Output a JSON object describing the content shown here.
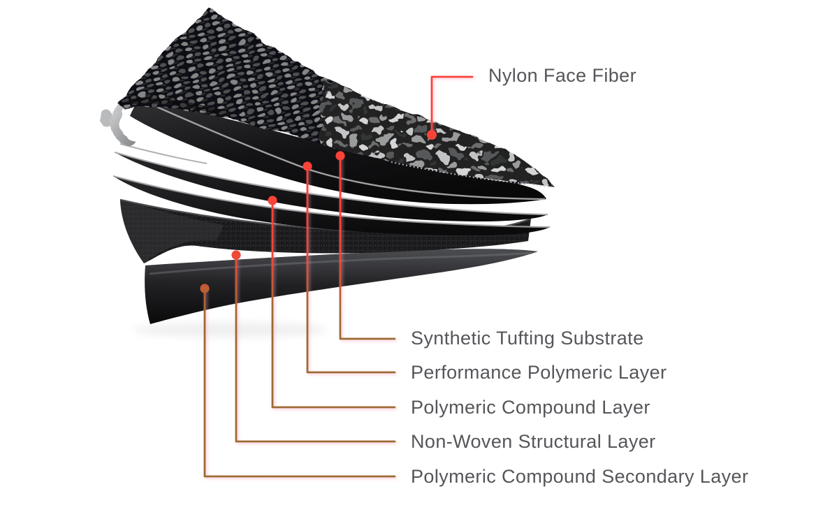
{
  "diagram": {
    "labels": [
      {
        "id": "nylon-face-fiber",
        "text": "Nylon Face Fiber"
      },
      {
        "id": "synthetic-tufting-substrate",
        "text": "Synthetic Tufting Substrate"
      },
      {
        "id": "performance-polymeric-layer",
        "text": "Performance Polymeric Layer"
      },
      {
        "id": "polymeric-compound-layer",
        "text": "Polymeric Compound Layer"
      },
      {
        "id": "non-woven-structural-layer",
        "text": "Non-Woven Structural Layer"
      },
      {
        "id": "polymeric-compound-secondary-layer",
        "text": "Polymeric Compound Secondary Layer"
      }
    ],
    "colors": {
      "background": "#ffffff",
      "label_text": "#55565a",
      "leader_red": "#fa4338",
      "leader_brown": "#9c6b33",
      "leader_glow": "#ff9db4"
    }
  }
}
